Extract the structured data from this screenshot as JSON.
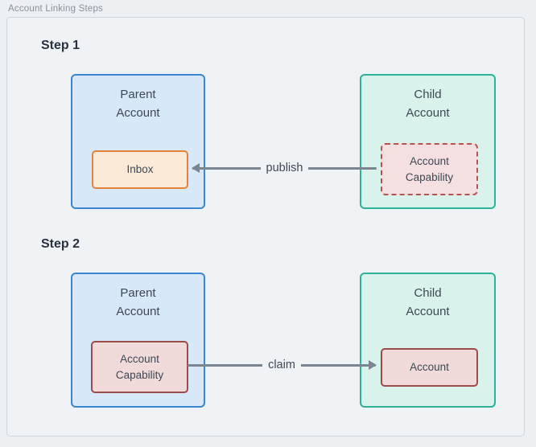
{
  "header": {
    "title": "Account Linking Steps"
  },
  "palette": {
    "page_bg": "#edf0f3",
    "panel_bg": "#f0f3f6",
    "panel_border": "#ccd5dc",
    "parent_box_bg": "#d7e8f9",
    "parent_box_border": "#3c85d2",
    "child_box_bg": "#d9f2ec",
    "child_box_border": "#2cb298",
    "inbox_bg": "#fcead8",
    "inbox_border": "#e2833c",
    "cap_dashed_bg": "#f4dfe1",
    "cap_dashed_border": "#b4534f",
    "cap_solid_bg": "#f0dada",
    "cap_solid_border": "#9d4b47",
    "arrow": "#7b8591",
    "heading_text": "#28323e",
    "box_text": "#3d4854",
    "muted_label": "#87919b"
  },
  "steps": [
    {
      "label": "Step 1",
      "parent": {
        "title_lines": [
          "Parent",
          "Account"
        ],
        "inner": {
          "lines": [
            "Inbox"
          ]
        }
      },
      "child": {
        "title_lines": [
          "Child",
          "Account"
        ],
        "inner": {
          "lines": [
            "Account",
            "Capability"
          ]
        }
      },
      "arrow": {
        "label": "publish",
        "direction": "left"
      }
    },
    {
      "label": "Step 2",
      "parent": {
        "title_lines": [
          "Parent",
          "Account"
        ],
        "inner": {
          "lines": [
            "Account",
            "Capability"
          ]
        }
      },
      "child": {
        "title_lines": [
          "Child",
          "Account"
        ],
        "inner": {
          "lines": [
            "Account"
          ]
        }
      },
      "arrow": {
        "label": "claim",
        "direction": "right"
      }
    }
  ]
}
